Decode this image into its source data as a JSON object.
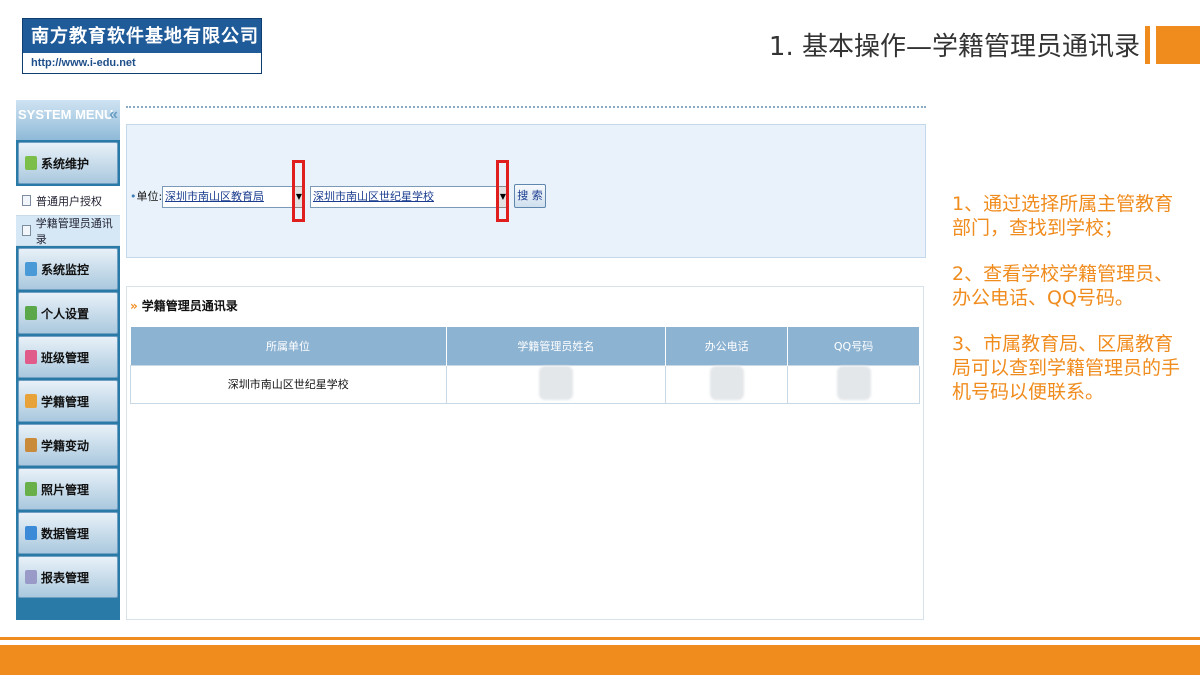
{
  "logo": {
    "company": "南方教育软件基地有限公司",
    "url": "http://www.i-edu.net"
  },
  "slide_title": "1. 基本操作—学籍管理员通讯录",
  "sidebar": {
    "header": "SYSTEM MENU",
    "collapse_icon": "«",
    "items": [
      {
        "label": "系统维护",
        "icon": "wrench-icon"
      },
      {
        "label": "普通用户授权",
        "type": "sub"
      },
      {
        "label": "学籍管理员通讯录",
        "type": "sub",
        "active": true
      },
      {
        "label": "系统监控",
        "icon": "monitor-icon"
      },
      {
        "label": "个人设置",
        "icon": "person-icon"
      },
      {
        "label": "班级管理",
        "icon": "class-icon"
      },
      {
        "label": "学籍管理",
        "icon": "register-icon"
      },
      {
        "label": "学籍变动",
        "icon": "change-icon"
      },
      {
        "label": "照片管理",
        "icon": "photo-icon"
      },
      {
        "label": "数据管理",
        "icon": "data-icon"
      },
      {
        "label": "报表管理",
        "icon": "report-icon"
      }
    ]
  },
  "search": {
    "unit_label": "单位:",
    "bureau_select": "深圳市南山区教育局",
    "school_select": "深圳市南山区世纪星学校",
    "button_label": "搜 索"
  },
  "list": {
    "title": "学籍管理员通讯录",
    "columns": [
      "所属单位",
      "学籍管理员姓名",
      "办公电话",
      "QQ号码"
    ],
    "rows": [
      {
        "unit": "深圳市南山区世纪星学校",
        "name": "",
        "phone": "",
        "qq": ""
      }
    ]
  },
  "notes": [
    "1、通过选择所属主管教育部门，查找到学校；",
    "2、查看学校学籍管理员、办公电话、QQ号码。",
    "3、市属教育局、区属教育局可以查到学籍管理员的手机号码以便联系。"
  ],
  "colors": {
    "accent": "#f08c1e",
    "sidebar": "#2a7aa8",
    "table_header": "#8db3d2",
    "highlight": "#e01e1e"
  }
}
